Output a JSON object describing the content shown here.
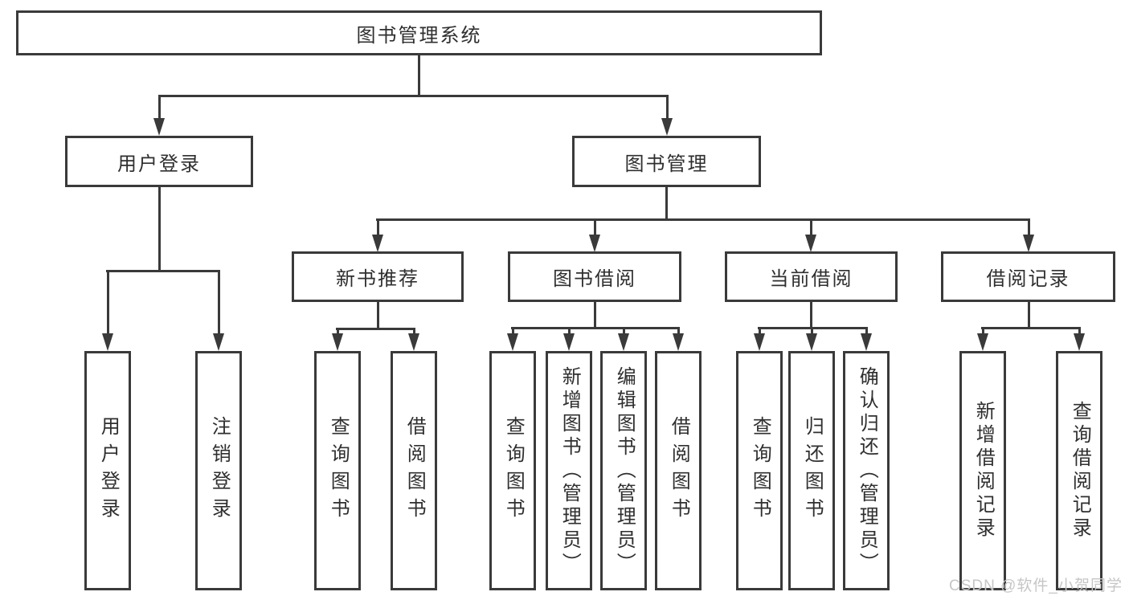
{
  "colors": {
    "line": "#3a3a3a",
    "text": "#2f2f2f",
    "background": "#ffffff",
    "watermark": "#c6c6c6"
  },
  "watermark": {
    "text": "CSDN @软件_小贺同学"
  },
  "diagram": {
    "title": "图书管理系统",
    "branches": [
      {
        "label": "用户登录",
        "children": [
          {
            "label": "用户登录"
          },
          {
            "label": "注销登录"
          }
        ]
      },
      {
        "label": "图书管理",
        "children": [
          {
            "label": "新书推荐",
            "children": [
              {
                "label": "查询图书"
              },
              {
                "label": "借阅图书"
              }
            ]
          },
          {
            "label": "图书借阅",
            "children": [
              {
                "label": "查询图书"
              },
              {
                "label": "新增图书（管理员）"
              },
              {
                "label": "编辑图书（管理员）"
              },
              {
                "label": "借阅图书"
              }
            ]
          },
          {
            "label": "当前借阅",
            "children": [
              {
                "label": "查询图书"
              },
              {
                "label": "归还图书"
              },
              {
                "label": "确认归还（管理员）"
              }
            ]
          },
          {
            "label": "借阅记录",
            "children": [
              {
                "label": "新增借阅记录"
              },
              {
                "label": "查询借阅记录"
              }
            ]
          }
        ]
      }
    ]
  }
}
